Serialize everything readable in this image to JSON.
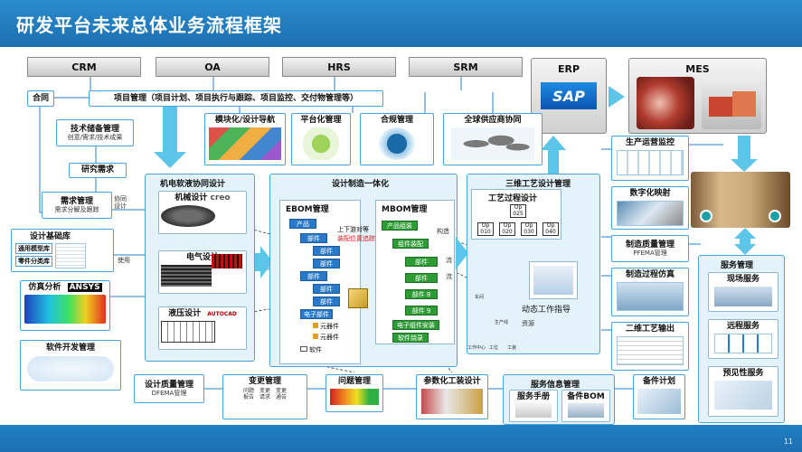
{
  "title": "研发平台未来总体业务流程框架",
  "page_number": "11",
  "systems": {
    "crm": "CRM",
    "oa": "OA",
    "hrs": "HRS",
    "srm": "SRM",
    "erp": "ERP",
    "erp_logo": "SAP",
    "mes": "MES"
  },
  "contract": "合同",
  "project_mgmt": "项目管理（项目计划、项目执行与跟踪、项目监控、交付物管理等）",
  "tech_reserve": {
    "title": "技术储备管理",
    "sub": "创意/需求/技术成果"
  },
  "research_req": "研究需求",
  "req_mgmt": {
    "title": "需求管理",
    "sub": "需求分解及跟踪"
  },
  "collab_label": "协同\n设计",
  "use_label": "使用",
  "design_lib": {
    "title": "设计基础库",
    "items": [
      "通用模型库",
      "零件分类库"
    ]
  },
  "sim": {
    "title": "仿真分析",
    "logo": "ANSYS"
  },
  "sw_dev": "软件开发管理",
  "modular": "模块化/设计导航",
  "platform": "平台化管理",
  "compliance": "合规管理",
  "supply": "全球供应商协同",
  "mech_panel": {
    "title": "机电软液协同设计",
    "mech": "机械设计",
    "mech_logo": "creo",
    "elec": "电气设计",
    "hyd": "液压设计",
    "hyd_logo": "AUTOCAD"
  },
  "design_mfg": "设计制造一体化",
  "ebom": {
    "title": "EBOM管理",
    "product": "产品",
    "parts": [
      "部件",
      "部件",
      "部件",
      "部件",
      "部件",
      "部件"
    ],
    "elec_parts": "电子部件",
    "components": [
      "元器件",
      "元器件"
    ],
    "software": "软件"
  },
  "sync_note": "上下游对等",
  "sync_note_red": "装配位置追踪",
  "mbom": {
    "title": "MBOM管理",
    "product_group": "产品组装",
    "comp_assembly": "组件装配",
    "parts": [
      "部件",
      "部件",
      "部件 8",
      "部件 9"
    ],
    "elec_install": "电子组件安装",
    "software_burn": "软件烧录"
  },
  "side_labels": [
    "构造",
    "流",
    "流"
  ],
  "process_panel": {
    "title": "三维工艺设计管理",
    "route": "工艺过程设计",
    "ops": [
      "Op\n025",
      "Op\n010",
      "Op\n020",
      "Op\n030",
      "Op\n040"
    ],
    "dynamic": "动态工作指导",
    "resource": "资源",
    "tree_labels": [
      "车间",
      "生产线",
      "工作中心",
      "工位",
      "工装"
    ]
  },
  "prod_monitor": "生产运营监控",
  "digital_map": "数字化映射",
  "mfg_quality": {
    "title": "制造质量管理",
    "sub": "PFEMA管理"
  },
  "mfg_sim": "制造过程仿真",
  "process_out": "二维工艺输出",
  "service_panel": {
    "title": "服务管理",
    "items": [
      "现场服务",
      "远程服务",
      "预见性服务"
    ]
  },
  "design_quality": {
    "title": "设计质量管理",
    "sub": "DFEMA管理"
  },
  "change_mgmt": {
    "title": "变更管理",
    "items": [
      "问题\n报告",
      "变更\n请求",
      "变更\n通告"
    ]
  },
  "issue_mgmt": "问题管理",
  "tooling": "参数化工装设计",
  "service_info": {
    "title": "服务信息管理",
    "manual": "服务手册",
    "spare_bom": "备件BOM"
  },
  "spare_plan": "备件计划",
  "colors": {
    "header": "#1d6fb0",
    "panel": "#e3f2fb",
    "border": "#4aa3d8",
    "arrow": "#5cc5e8",
    "tree": "#2a79c9",
    "green": "#2e9c35"
  }
}
